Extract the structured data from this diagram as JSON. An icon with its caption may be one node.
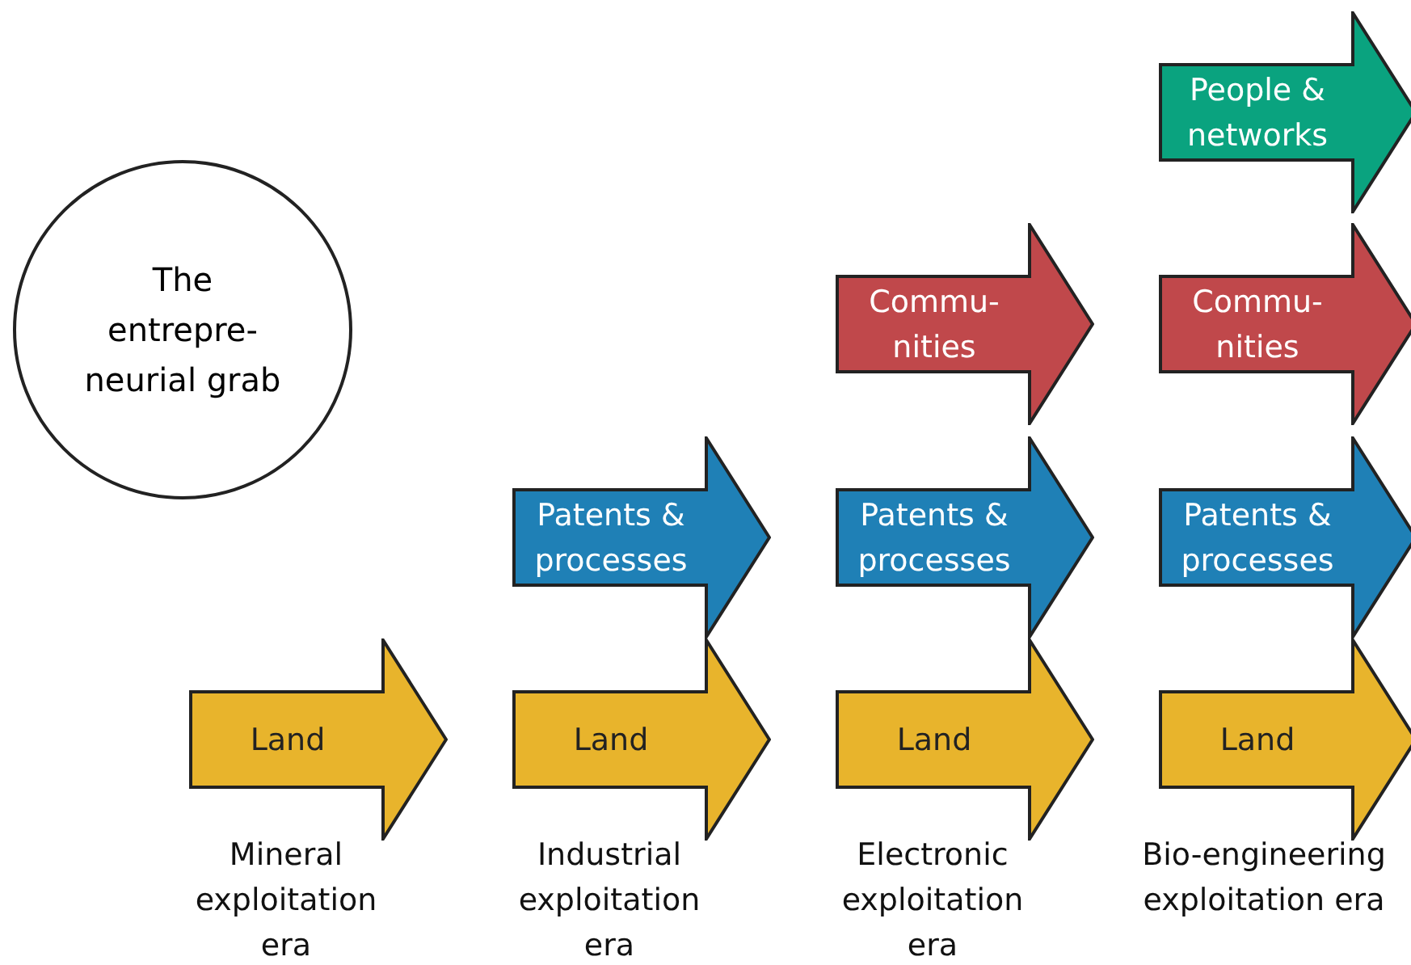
{
  "diagram": {
    "nodes": [
      {
        "text": [
          "The entrepre- neurial grab"
        ]
      },
      {
        "text": [
          "People & networks"
        ]
      },
      {
        "text": [
          "Commu- nities"
        ]
      },
      {
        "text": [
          "Commu- nities"
        ]
      },
      {
        "text": [
          "Patents & processes"
        ]
      },
      {
        "text": [
          "Patents & processes"
        ]
      },
      {
        "text": [
          "Patents & processes"
        ]
      },
      {
        "text": [
          "Land"
        ]
      },
      {
        "text": [
          "Land"
        ]
      },
      {
        "text": [
          "Land"
        ]
      },
      {
        "text": [
          "Land"
        ]
      }
    ],
    "edges": [],
    "labels": [
      "Mineral exploitation era",
      "Industrial exploitation era",
      "Electronic exploitation era",
      "Bio-engineering exploitation era"
    ]
  }
}
